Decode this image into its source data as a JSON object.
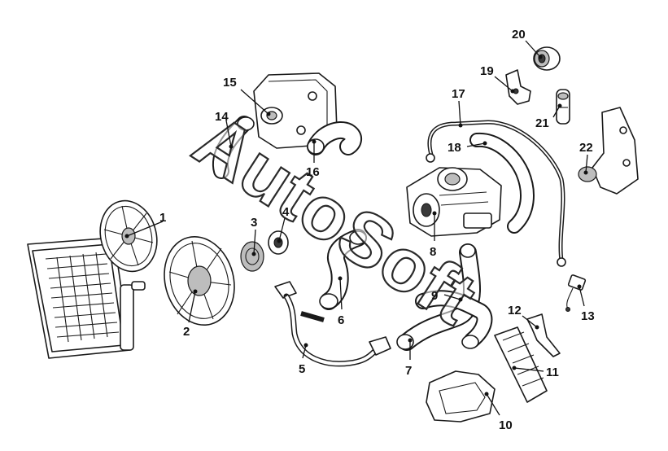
{
  "watermark": "AutoSoft",
  "callouts": [
    {
      "label": "1"
    },
    {
      "label": "2"
    },
    {
      "label": "3"
    },
    {
      "label": "4"
    },
    {
      "label": "5"
    },
    {
      "label": "6"
    },
    {
      "label": "7"
    },
    {
      "label": "8"
    },
    {
      "label": "9"
    },
    {
      "label": "10"
    },
    {
      "label": "11"
    },
    {
      "label": "12"
    },
    {
      "label": "13"
    },
    {
      "label": "14"
    },
    {
      "label": "15"
    },
    {
      "label": "16"
    },
    {
      "label": "17"
    },
    {
      "label": "18"
    },
    {
      "label": "19"
    },
    {
      "label": "20"
    },
    {
      "label": "21"
    },
    {
      "label": "22"
    }
  ]
}
